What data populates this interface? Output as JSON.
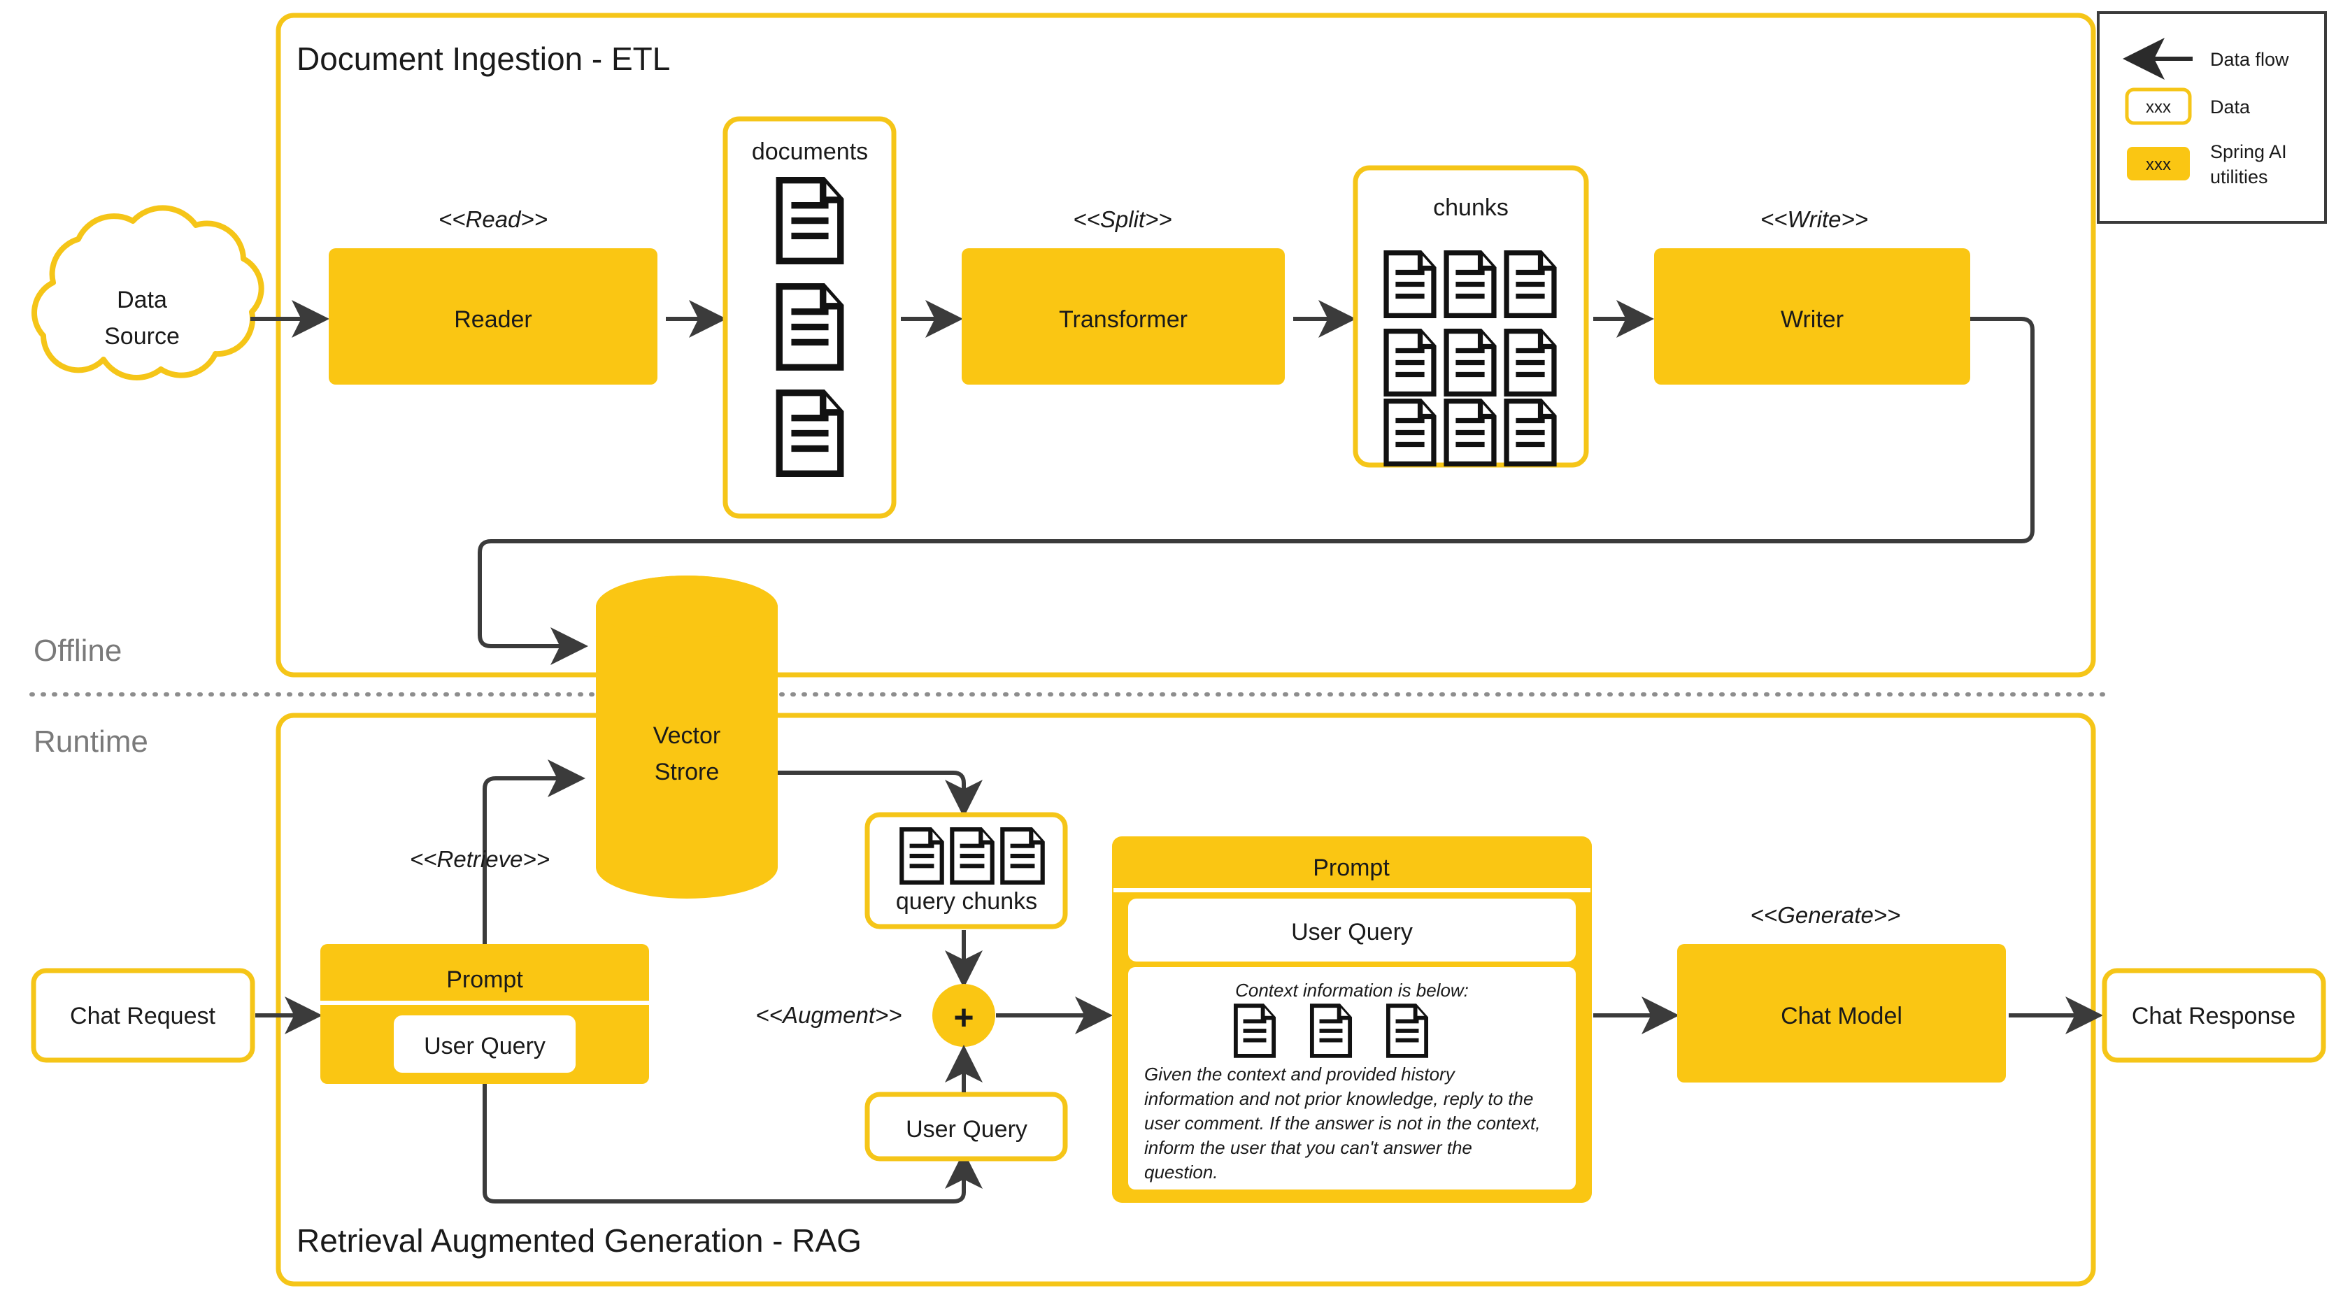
{
  "diagram": {
    "title_etl": "Document Ingestion - ETL",
    "title_rag": "Retrieval Augmented Generation - RAG",
    "phase_offline": "Offline",
    "phase_runtime": "Runtime"
  },
  "legend": {
    "flow": "Data flow",
    "data": "Data",
    "utilities": "Spring AI utilities",
    "utilities_line1": "Spring AI",
    "utilities_line2": "utilities",
    "sample_data": "xxx",
    "sample_util": "xxx"
  },
  "etl": {
    "source_line1": "Data",
    "source_line2": "Source",
    "stereo_read": "<<Read>>",
    "node_reader": "Reader",
    "label_documents": "documents",
    "stereo_split": "<<Split>>",
    "node_transformer": "Transformer",
    "label_chunks": "chunks",
    "stereo_write": "<<Write>>",
    "node_writer": "Writer"
  },
  "store": {
    "line1": "Vector",
    "line2": "Strore"
  },
  "rag": {
    "chat_request": "Chat Request",
    "stereo_retrieve": "<<Retrieve>>",
    "prompt_header": "Prompt",
    "prompt_user_query": "User Query",
    "label_query_chunks": "query chunks",
    "stereo_augment": "<<Augment>>",
    "plus_symbol": "+",
    "user_query_box": "User Query",
    "big_prompt_header": "Prompt",
    "big_prompt_user_query": "User Query",
    "context_intro": "Context information is below:",
    "context_body_lines": [
      "Given the context and provided history",
      "information and not prior knowledge, reply to the",
      "user comment. If the answer is not in the context,",
      "inform the user that you can't answer the",
      "question."
    ],
    "stereo_generate": "<<Generate>>",
    "node_chat_model": "Chat Model",
    "chat_response": "Chat Response"
  },
  "colors": {
    "fill": "#FAC613",
    "stroke_yellow": "#F5C518",
    "arrow": "#3b3b3b",
    "text": "#1a1a1a",
    "phase": "#7a7a7a"
  }
}
